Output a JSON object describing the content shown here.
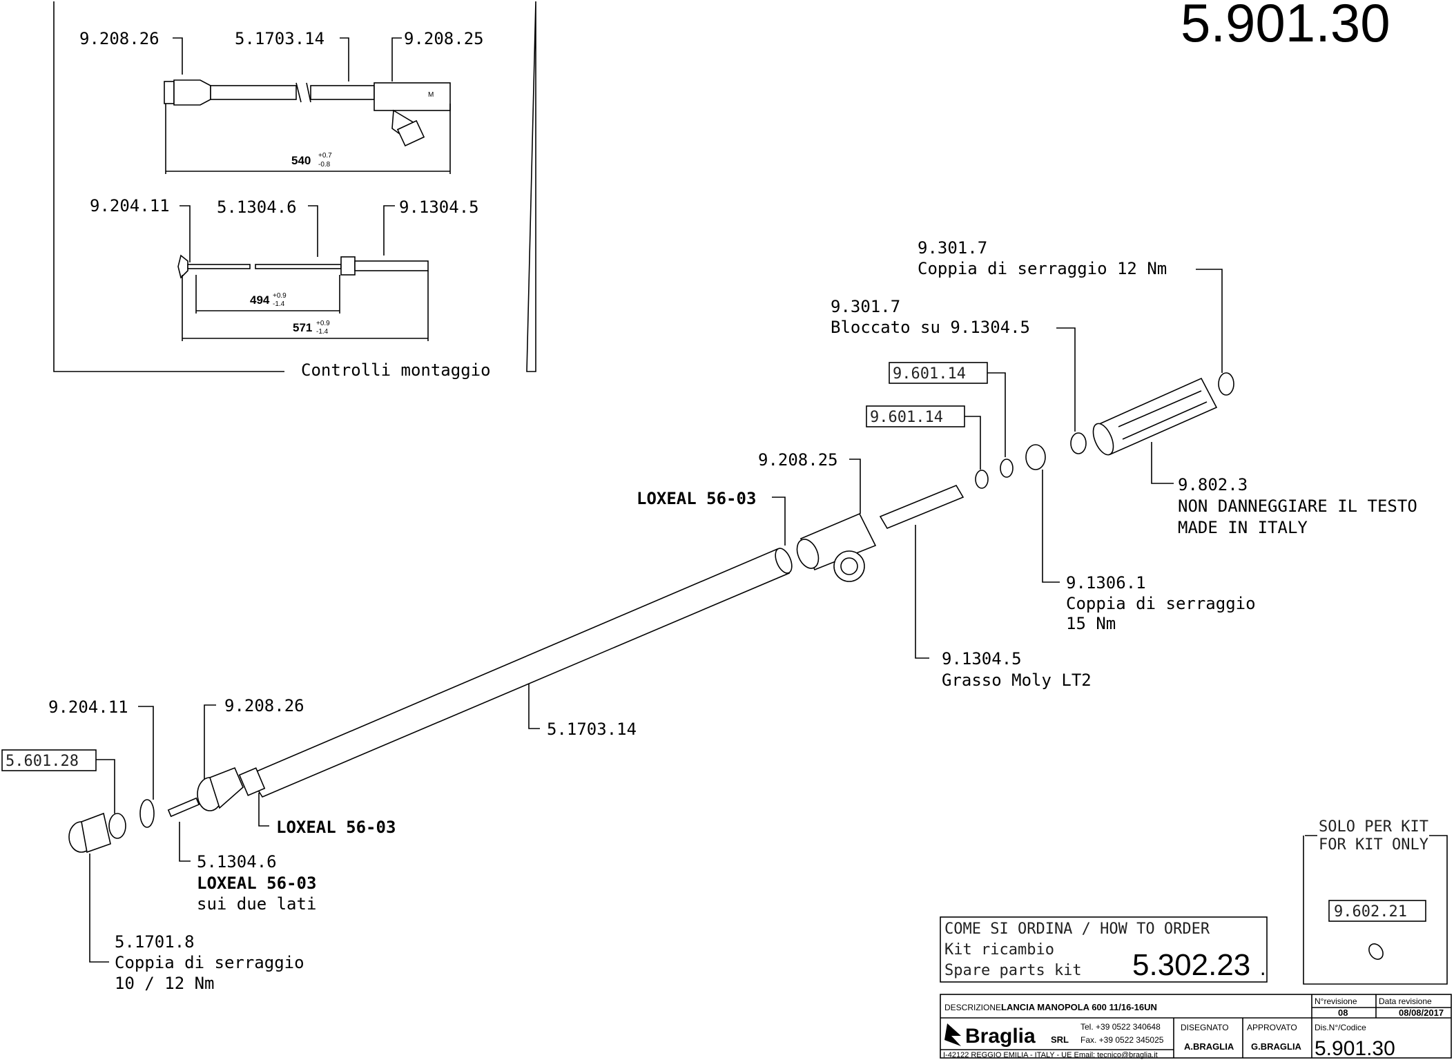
{
  "drawing_number": "5.901.30",
  "inset": {
    "caption": "Controlli montaggio",
    "assembly1": {
      "labels": [
        "9.208.26",
        "5.1703.14",
        "9.208.25"
      ],
      "dimension": "540",
      "tol_plus": "+0.7",
      "tol_minus": "-0.8"
    },
    "assembly2": {
      "labels": [
        "9.204.11",
        "5.1304.6",
        "9.1304.5"
      ],
      "dim1": "494",
      "dim1_plus": "+0.9",
      "dim1_minus": "-1.4",
      "dim2": "571",
      "dim2_plus": "+0.9",
      "dim2_minus": "-1.4"
    }
  },
  "callouts": {
    "c1": [
      "9.301.7",
      "Coppia di serraggio 12 Nm"
    ],
    "c2": [
      "9.301.7",
      "Bloccato su 9.1304.5"
    ],
    "c3": "9.601.14",
    "c4": "9.601.14",
    "c5": "9.208.25",
    "c6": "LOXEAL 56-03",
    "c7": [
      "9.802.3",
      "NON DANNEGGIARE IL TESTO",
      "MADE IN ITALY"
    ],
    "c8": [
      "9.1306.1",
      "Coppia di serraggio",
      "15 Nm"
    ],
    "c9": [
      "9.1304.5",
      "Grasso Moly LT2"
    ],
    "c10": "5.1703.14",
    "c11": "9.204.11",
    "c12": "9.208.26",
    "c13": "5.601.28",
    "c14": "LOXEAL 56-03",
    "c15": [
      "5.1304.6",
      "LOXEAL 56-03",
      "sui due lati"
    ],
    "c16": [
      "5.1701.8",
      "Coppia di serraggio",
      "10 / 12 Nm"
    ]
  },
  "kit_box": {
    "title": "SOLO PER KIT",
    "subtitle": "FOR KIT ONLY",
    "part": "9.602.21"
  },
  "order_box": {
    "line1": "COME SI ORDINA / HOW TO ORDER",
    "line2": "Kit ricambio",
    "line3": "Spare parts kit",
    "code": "5.302.23",
    "code_suffix": "."
  },
  "title_block": {
    "descr_label": "DESCRIZIONE:",
    "descr_value": "LANCIA MANOPOLA 600 11/16-16UN",
    "rev_label": "N°revisione",
    "rev_value": "08",
    "date_label": "Data revisione",
    "date_value": "08/08/2017",
    "company": "Braglia",
    "company_suffix": "SRL",
    "tel": "Tel. +39 0522 340648",
    "fax": "Fax. +39 0522 345025",
    "address": "I-42122 REGGIO EMILIA - ITALY - UE  Email: tecnico@braglia.it",
    "drawn_label": "DISEGNATO",
    "drawn_value": "A.BRAGLIA",
    "approved_label": "APPROVATO",
    "approved_value": "G.BRAGLIA",
    "code_label": "Dis.N°/Codice",
    "code_value": "5.901.30"
  },
  "colors": {
    "line": "#000000",
    "background": "#ffffff",
    "part_fill": "#e6e6e6"
  }
}
